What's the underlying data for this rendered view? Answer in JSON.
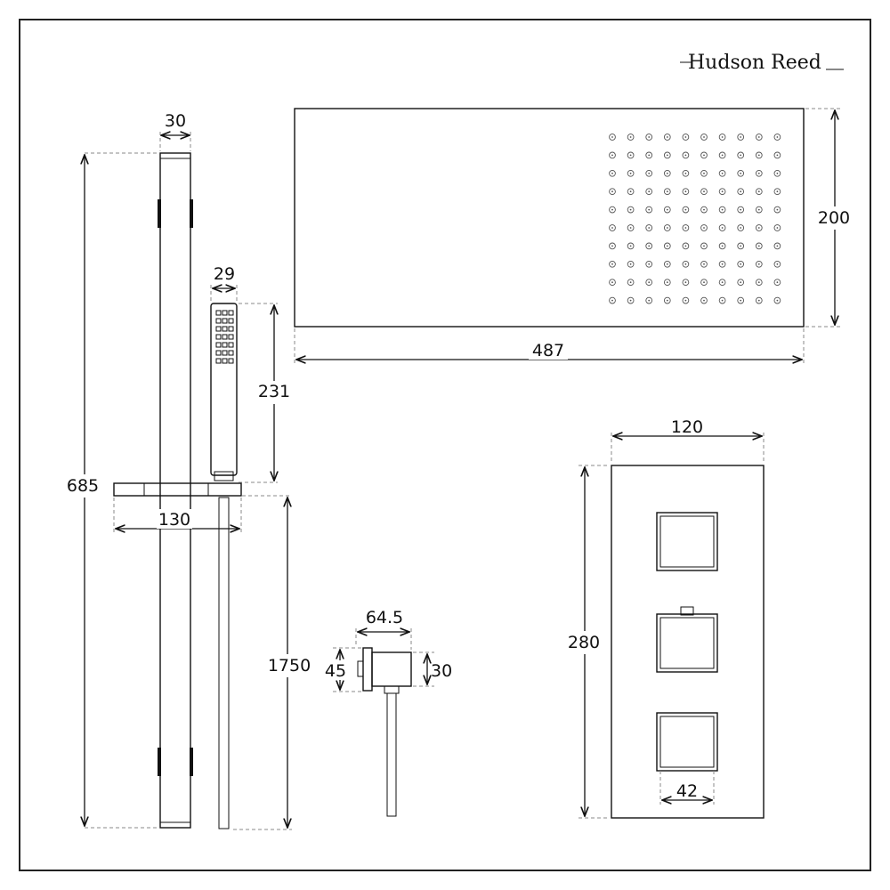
{
  "brand": {
    "name": "Hudson Reed"
  },
  "dimensions": {
    "rail_width": "30",
    "rail_height": "685",
    "handset_width": "29",
    "handset_height": "231",
    "holder_width": "130",
    "hose_length": "1750",
    "outlet_width": "64.5",
    "outlet_height": "45",
    "outlet_depth": "30",
    "head_width": "487",
    "head_height": "200",
    "valve_width": "120",
    "valve_height": "280",
    "knob_width": "42"
  }
}
